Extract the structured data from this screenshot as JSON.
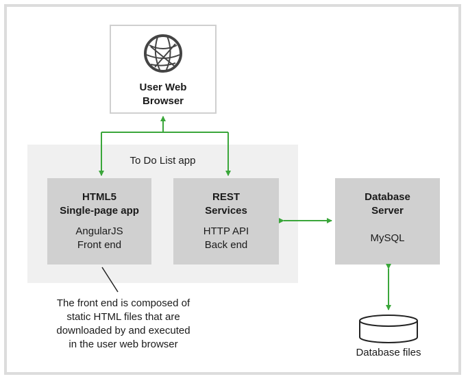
{
  "browser": {
    "title_line1": "User Web",
    "title_line2": "Browser"
  },
  "app": {
    "title": "To Do List app"
  },
  "html5_box": {
    "title_line1": "HTML5",
    "title_line2": "Single-page app",
    "sub_line1": "AngularJS",
    "sub_line2": "Front end"
  },
  "rest_box": {
    "title_line1": "REST",
    "title_line2": "Services",
    "sub_line1": "HTTP API",
    "sub_line2": "Back end"
  },
  "db_box": {
    "title_line1": "Database",
    "title_line2": "Server",
    "sub_line1": "MySQL"
  },
  "note": {
    "line1": "The front end is composed of",
    "line2": "static HTML files that are",
    "line3": "downloaded by and executed",
    "line4": "in the user web browser"
  },
  "db_files": {
    "label": "Database files"
  },
  "colors": {
    "arrow": "#3aa63a",
    "box_fill": "#d0d0d0",
    "region_fill": "#f0f0f0",
    "frame": "#dcdcdc"
  }
}
